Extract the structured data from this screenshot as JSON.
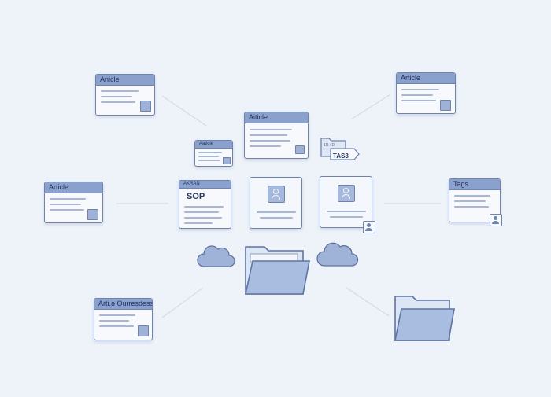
{
  "colors": {
    "background": "#eef3fa",
    "card_border": "#6f84ad",
    "card_header": "#8aa1ce",
    "folder_fill": "#a8bde0",
    "cloud_fill": "#9fb3d9",
    "connector": "#d3dbe8"
  },
  "cards": {
    "top_left": {
      "title": "Anicle"
    },
    "top_right": {
      "title": "Article"
    },
    "center_top": {
      "title": "Aiticle"
    },
    "center_small": {
      "title": "Aaticle"
    },
    "left_mid": {
      "title": "Article"
    },
    "sop": {
      "title": "AKRAN",
      "label": "SOP"
    },
    "tags_right": {
      "title": "Tags"
    },
    "bottom_left": {
      "title": "Arti.ə Ourresdesses"
    }
  },
  "tag_icon": {
    "label": "TAS3",
    "small_text": "1R.4D"
  },
  "icons": [
    "folder-icon",
    "cloud-icon",
    "profile-icon",
    "tag-icon"
  ]
}
